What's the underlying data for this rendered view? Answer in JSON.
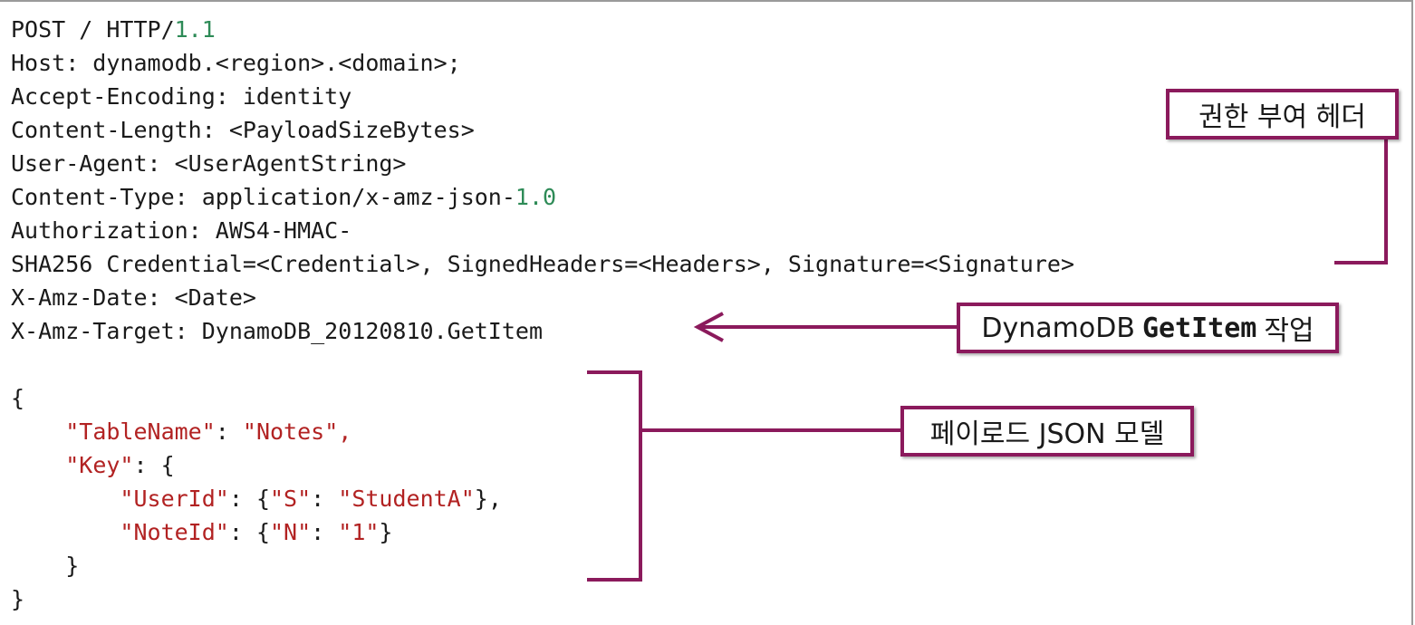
{
  "code_lines": [
    {
      "parts": [
        {
          "t": "POST / HTTP/"
        },
        {
          "t": "1.1",
          "c": "num"
        }
      ]
    },
    {
      "parts": [
        {
          "t": "Host: dynamodb.<region>.<domain>;"
        }
      ]
    },
    {
      "parts": [
        {
          "t": "Accept-Encoding: identity"
        }
      ]
    },
    {
      "parts": [
        {
          "t": "Content-Length: <PayloadSizeBytes>"
        }
      ]
    },
    {
      "parts": [
        {
          "t": "User-Agent: <UserAgentString>"
        }
      ]
    },
    {
      "parts": [
        {
          "t": "Content-Type: application/x-amz-json-"
        },
        {
          "t": "1.0",
          "c": "num"
        }
      ]
    },
    {
      "parts": [
        {
          "t": "Authorization: AWS4-HMAC-"
        }
      ]
    },
    {
      "parts": [
        {
          "t": "SHA256 Credential=<Credential>, SignedHeaders=<Headers>, Signature=<Signature>"
        }
      ]
    },
    {
      "parts": [
        {
          "t": "X-Amz-Date: <Date>"
        }
      ]
    },
    {
      "parts": [
        {
          "t": "X-Amz-Target: DynamoDB_20120810.GetItem"
        }
      ]
    },
    {
      "parts": [
        {
          "t": ""
        }
      ]
    },
    {
      "parts": [
        {
          "t": "{"
        }
      ]
    },
    {
      "parts": [
        {
          "t": "    "
        },
        {
          "t": "\"TableName\"",
          "c": "str"
        },
        {
          "t": ": "
        },
        {
          "t": "\"Notes\",",
          "c": "str"
        }
      ]
    },
    {
      "parts": [
        {
          "t": "    "
        },
        {
          "t": "\"Key\"",
          "c": "str"
        },
        {
          "t": ": {"
        }
      ]
    },
    {
      "parts": [
        {
          "t": "        "
        },
        {
          "t": "\"UserId\"",
          "c": "str"
        },
        {
          "t": ": {"
        },
        {
          "t": "\"S\"",
          "c": "str"
        },
        {
          "t": ": "
        },
        {
          "t": "\"StudentA\"",
          "c": "str"
        },
        {
          "t": "},"
        }
      ]
    },
    {
      "parts": [
        {
          "t": "        "
        },
        {
          "t": "\"NoteId\"",
          "c": "str"
        },
        {
          "t": ": {"
        },
        {
          "t": "\"N\"",
          "c": "str"
        },
        {
          "t": ": "
        },
        {
          "t": "\"1\"",
          "c": "str"
        },
        {
          "t": "}"
        }
      ]
    },
    {
      "parts": [
        {
          "t": "    }"
        }
      ]
    },
    {
      "parts": [
        {
          "t": "}"
        }
      ]
    }
  ],
  "callouts": {
    "auth_header": "권한 부여 헤더",
    "getitem_prefix": "DynamoDB",
    "getitem_bold": "GetItem",
    "getitem_suffix": "작업",
    "payload": "페이로드 JSON 모델"
  },
  "colors": {
    "accent": "#8b1a5c",
    "number": "#2e8b57",
    "string": "#b22222",
    "text": "#1a1a1a"
  }
}
